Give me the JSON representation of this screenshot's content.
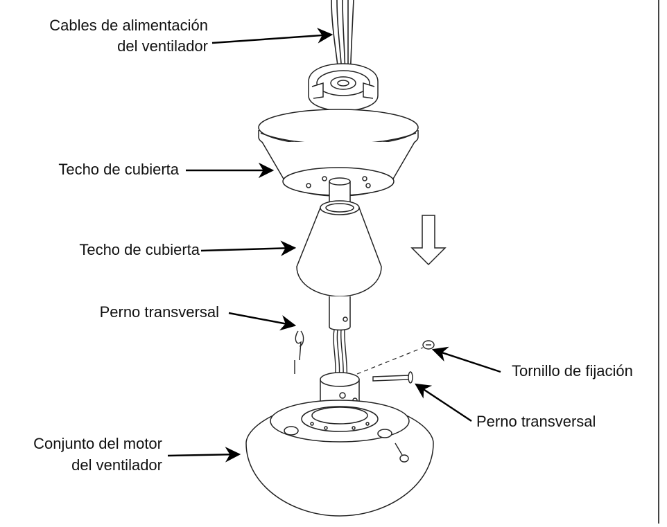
{
  "labels": {
    "fan_wires_line1": "Cables de alimentación",
    "fan_wires_line2": "del ventilador",
    "canopy_top": "Techo de cubierta",
    "canopy_lower": "Techo de cubierta",
    "cross_pin_left": "Perno transversal",
    "set_screw": "Tornillo de fijación",
    "cross_pin_right": "Perno transversal",
    "motor_line1": "Conjunto del motor",
    "motor_line2": "del ventilador"
  }
}
